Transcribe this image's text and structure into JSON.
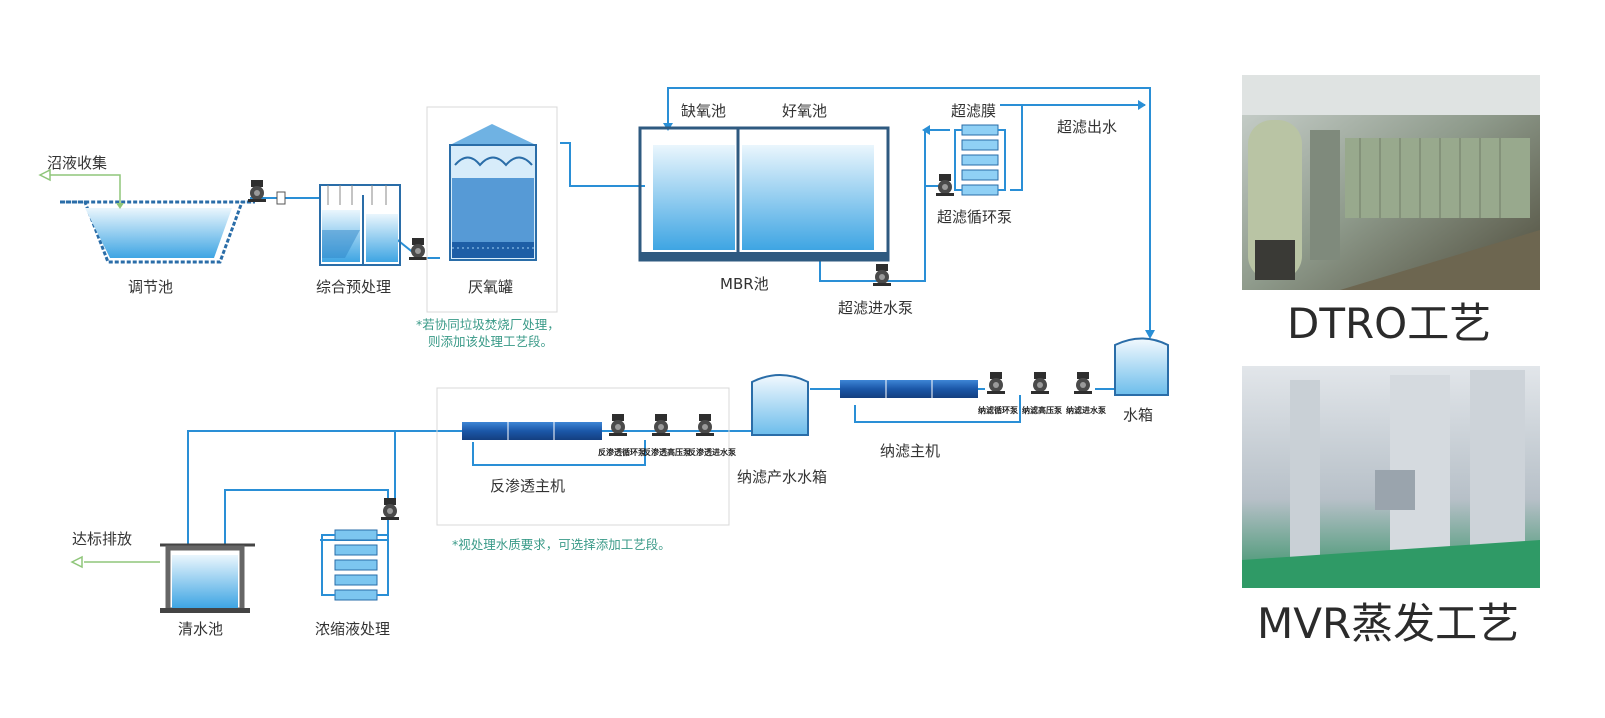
{
  "labels": {
    "biogas_collect": "沼液收集",
    "equalization_tank": "调节池",
    "pretreatment": "综合预处理",
    "anaerobic_tank": "厌氧罐",
    "anoxic_tank": "缺氧池",
    "aerobic_tank": "好氧池",
    "mbr_tank": "MBR池",
    "uf_membrane": "超滤膜",
    "uf_circ_pump": "超滤循环泵",
    "uf_feed_pump": "超滤进水泵",
    "uf_outlet": "超滤出水",
    "water_tank": "水箱",
    "nf_circ_pump": "纳滤循环泵",
    "nf_hp_pump": "纳滤高压泵",
    "nf_feed_pump": "纳滤进水泵",
    "nf_host": "纳滤主机",
    "nf_product_tank": "纳滤产水水箱",
    "ro_circ_pump": "反渗透循环泵",
    "ro_hp_pump": "反渗透高压泵",
    "ro_feed_pump": "反渗透进水泵",
    "ro_host": "反渗透主机",
    "clear_tank": "清水池",
    "discharge": "达标排放",
    "concentrate": "浓缩液处理"
  },
  "notes": {
    "incineration_line1": "*若协同垃圾焚烧厂处理，",
    "incineration_line2": "则添加该处理工艺段。",
    "optional": "*视处理水质要求，可选择添加工艺段。"
  },
  "photos": {
    "dtro_caption": "DTRO工艺",
    "mvr_caption": "MVR蒸发工艺"
  },
  "colors": {
    "pipe": "#2a8fd6",
    "water_light": "#d8eefb",
    "water_dark": "#3aa3e2",
    "frame_dark": "#365a7a",
    "membrane_blue": "#1f5fb0",
    "note_green": "#3a9a88"
  }
}
